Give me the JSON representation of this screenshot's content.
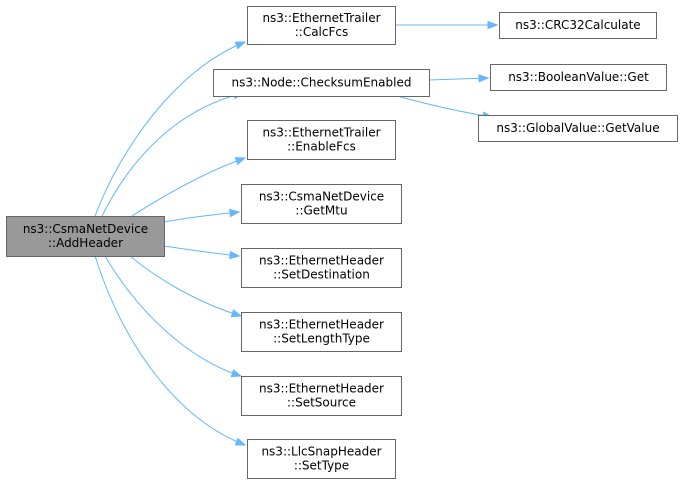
{
  "nodes": [
    {
      "id": "root",
      "lines": [
        "ns3::CsmaNetDevice",
        "::AddHeader"
      ],
      "root": true
    },
    {
      "id": "calcfcs",
      "lines": [
        "ns3::EthernetTrailer",
        "::CalcFcs"
      ]
    },
    {
      "id": "crc32",
      "lines": [
        "ns3::CRC32Calculate"
      ]
    },
    {
      "id": "checksum",
      "lines": [
        "ns3::Node::ChecksumEnabled"
      ]
    },
    {
      "id": "boolget",
      "lines": [
        "ns3::BooleanValue::Get"
      ]
    },
    {
      "id": "globalget",
      "lines": [
        "ns3::GlobalValue::GetValue"
      ]
    },
    {
      "id": "enablefcs",
      "lines": [
        "ns3::EthernetTrailer",
        "::EnableFcs"
      ]
    },
    {
      "id": "getmtu",
      "lines": [
        "ns3::CsmaNetDevice",
        "::GetMtu"
      ]
    },
    {
      "id": "setdest",
      "lines": [
        "ns3::EthernetHeader",
        "::SetDestination"
      ]
    },
    {
      "id": "setlen",
      "lines": [
        "ns3::EthernetHeader",
        "::SetLengthType"
      ]
    },
    {
      "id": "setsrc",
      "lines": [
        "ns3::EthernetHeader",
        "::SetSource"
      ]
    },
    {
      "id": "settype",
      "lines": [
        "ns3::LlcSnapHeader",
        "::SetType"
      ]
    }
  ],
  "edges": [
    {
      "from": "root",
      "to": "calcfcs"
    },
    {
      "from": "root",
      "to": "checksum"
    },
    {
      "from": "root",
      "to": "enablefcs"
    },
    {
      "from": "root",
      "to": "getmtu"
    },
    {
      "from": "root",
      "to": "setdest"
    },
    {
      "from": "root",
      "to": "setlen"
    },
    {
      "from": "root",
      "to": "setsrc"
    },
    {
      "from": "root",
      "to": "settype"
    },
    {
      "from": "calcfcs",
      "to": "crc32"
    },
    {
      "from": "checksum",
      "to": "boolget"
    },
    {
      "from": "checksum",
      "to": "globalget"
    }
  ],
  "colors": {
    "edge": "#63b8ff",
    "root_fill": "#999999",
    "border": "#666666"
  }
}
